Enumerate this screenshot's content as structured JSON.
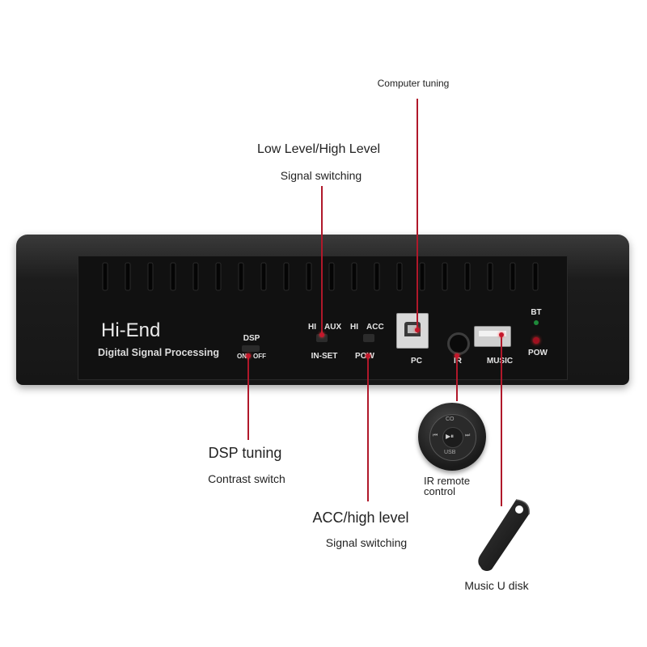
{
  "device": {
    "brand_title": "Hi-End",
    "brand_subtitle": "Digital Signal Processing",
    "dsp_label": "DSP",
    "dsp_on": "ON",
    "dsp_off": "OFF",
    "hi_label_1": "HI",
    "aux_label": "AUX",
    "inset_label": "IN-SET",
    "hi_label_2": "HI",
    "acc_label": "ACC",
    "pow_label_left": "POW",
    "pc_label": "PC",
    "ir_label": "IR",
    "music_label": "MUSIC",
    "bt_label": "BT",
    "pow_label_right": "POW"
  },
  "callouts": {
    "computer_tuning": "Computer tuning",
    "low_high_level": "Low Level/High Level",
    "signal_switching_top": "Signal switching",
    "dsp_tuning": "DSP tuning",
    "contrast_switch": "Contrast switch",
    "acc_high_level": "ACC/high level",
    "signal_switching_bottom": "Signal switching",
    "ir_remote_line1": "IR remote",
    "ir_remote_line2": "control",
    "music_u_disk": "Music U disk"
  },
  "remote": {
    "top": "CO",
    "bottom": "USB",
    "center": "▶⏸",
    "left": "⏮",
    "right": "⏭"
  },
  "colors": {
    "leader": "#b0182a",
    "led_red": "#c4182c",
    "led_green": "#1e8a3a",
    "body": "#232323",
    "panel": "#121212"
  }
}
